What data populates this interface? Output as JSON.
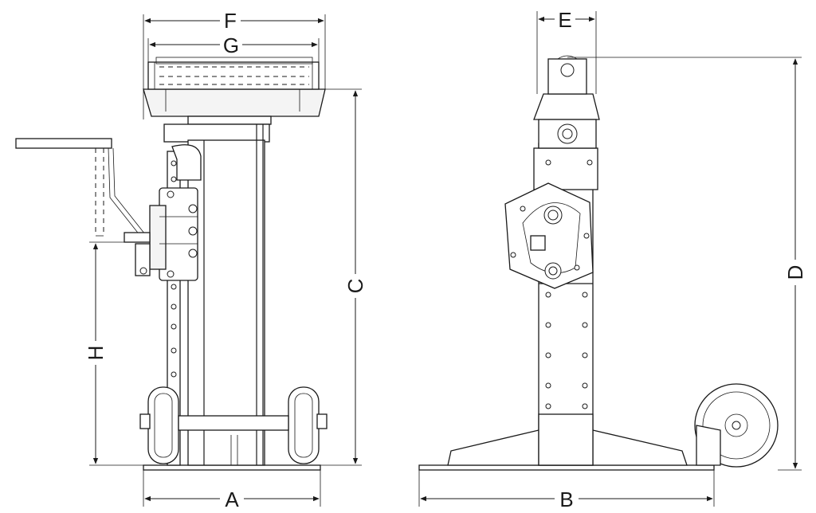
{
  "labels": {
    "a": "A",
    "b": "B",
    "c": "C",
    "d": "D",
    "e": "E",
    "f": "F",
    "g": "G",
    "h": "H"
  },
  "colors": {
    "line": "#1a1a1a",
    "background": "#ffffff"
  }
}
